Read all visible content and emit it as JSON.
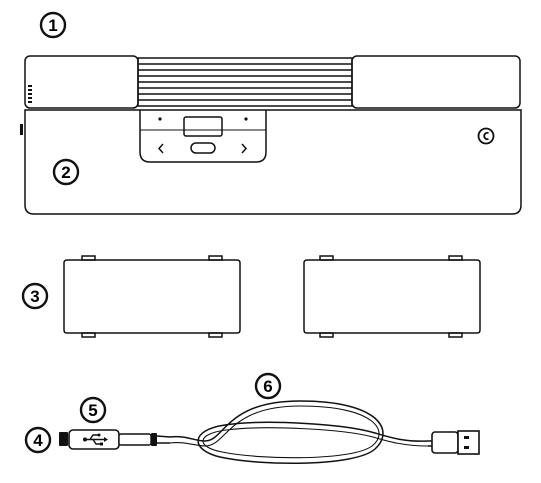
{
  "callouts": [
    "1",
    "2",
    "3",
    "4",
    "5",
    "6"
  ],
  "colors": {
    "stroke": "#111111",
    "background": "#ffffff"
  },
  "icons": [
    "copyright-logo-icon",
    "usb-symbol-icon",
    "chevron-left-icon",
    "chevron-right-icon"
  ]
}
